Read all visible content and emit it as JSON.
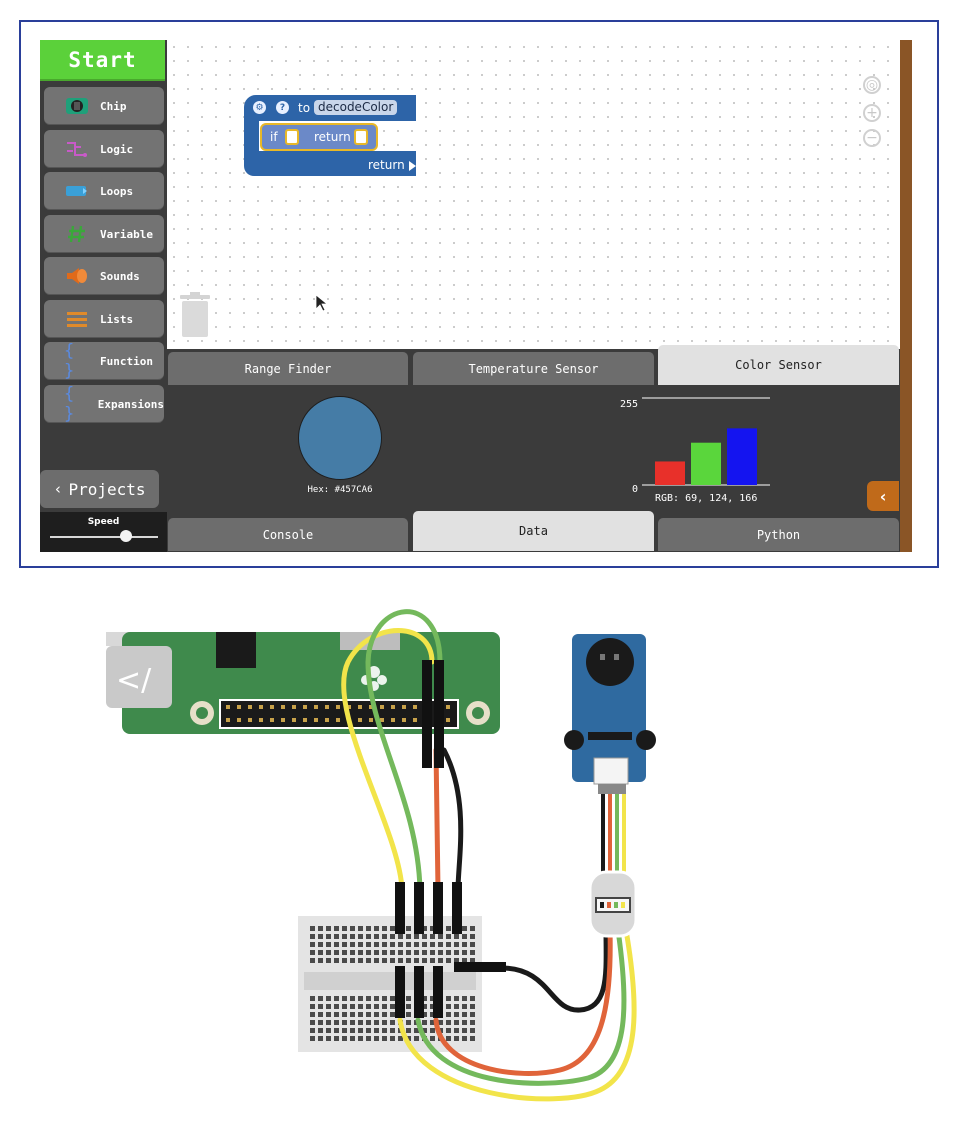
{
  "toolbox": {
    "start_label": "Start",
    "categories": [
      {
        "label": "Chip",
        "icon": "chip-icon",
        "color": "#1fa07a"
      },
      {
        "label": "Logic",
        "icon": "logic-icon",
        "color": "#c85ac8"
      },
      {
        "label": "Loops",
        "icon": "loops-icon",
        "color": "#3aa0d8"
      },
      {
        "label": "Variable",
        "icon": "variable-icon",
        "color": "#3aa83a"
      },
      {
        "label": "Sounds",
        "icon": "sounds-icon",
        "color": "#e06a1a"
      },
      {
        "label": "Lists",
        "icon": "lists-icon",
        "color": "#e08a2a"
      },
      {
        "label": "Function",
        "icon": "function-icon",
        "color": "#5a8ae0"
      },
      {
        "label": "Expansions",
        "icon": "expansions-icon",
        "color": "#5a8ae0"
      }
    ],
    "projects_label": "Projects",
    "speed_label": "Speed",
    "speed_value": 0.7
  },
  "block": {
    "to_label": "to",
    "function_name": "decodeColor",
    "if_label": "if",
    "inner_return_label": "return",
    "return_label": "return"
  },
  "sensor_tabs": [
    {
      "label": "Range Finder",
      "active": false
    },
    {
      "label": "Temperature Sensor",
      "active": false
    },
    {
      "label": "Color Sensor",
      "active": true
    }
  ],
  "bottom_tabs": [
    {
      "label": "Console",
      "active": false
    },
    {
      "label": "Data",
      "active": true
    },
    {
      "label": "Python",
      "active": false
    }
  ],
  "color_sensor": {
    "swatch_color": "#457CA6",
    "hex_label": "Hex: #457CA6",
    "rgb_label": "RGB: 69, 124, 166"
  },
  "chart_data": {
    "type": "bar",
    "categories": [
      "R",
      "G",
      "B"
    ],
    "values": [
      69,
      124,
      166
    ],
    "colors": [
      "#e8302a",
      "#5ad63c",
      "#1414f0"
    ],
    "ylim": [
      0,
      255
    ],
    "y_max_label": "255",
    "y_min_label": "0"
  },
  "colors": {
    "start_green": "#5bd13a",
    "toolbox_bg": "#3b3b3b",
    "block_blue": "#2d64a8",
    "rail_brown": "#8a5526"
  }
}
